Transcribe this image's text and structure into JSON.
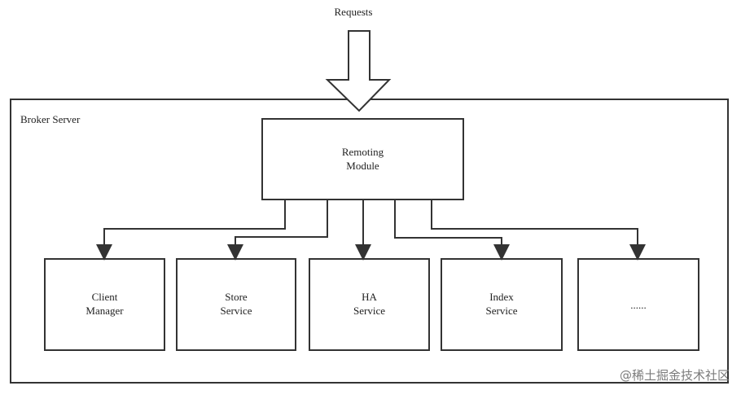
{
  "diagram": {
    "top_label": "Requests",
    "broker_label": "Broker Server",
    "remoting": {
      "line1": "Remoting",
      "line2": "Module"
    },
    "services": [
      {
        "line1": "Client",
        "line2": "Manager"
      },
      {
        "line1": "Store",
        "line2": "Service"
      },
      {
        "line1": "HA",
        "line2": "Service"
      },
      {
        "line1": "Index",
        "line2": "Service"
      },
      {
        "line1": "......",
        "line2": ""
      }
    ],
    "watermark": "@稀土掘金技术社区"
  }
}
